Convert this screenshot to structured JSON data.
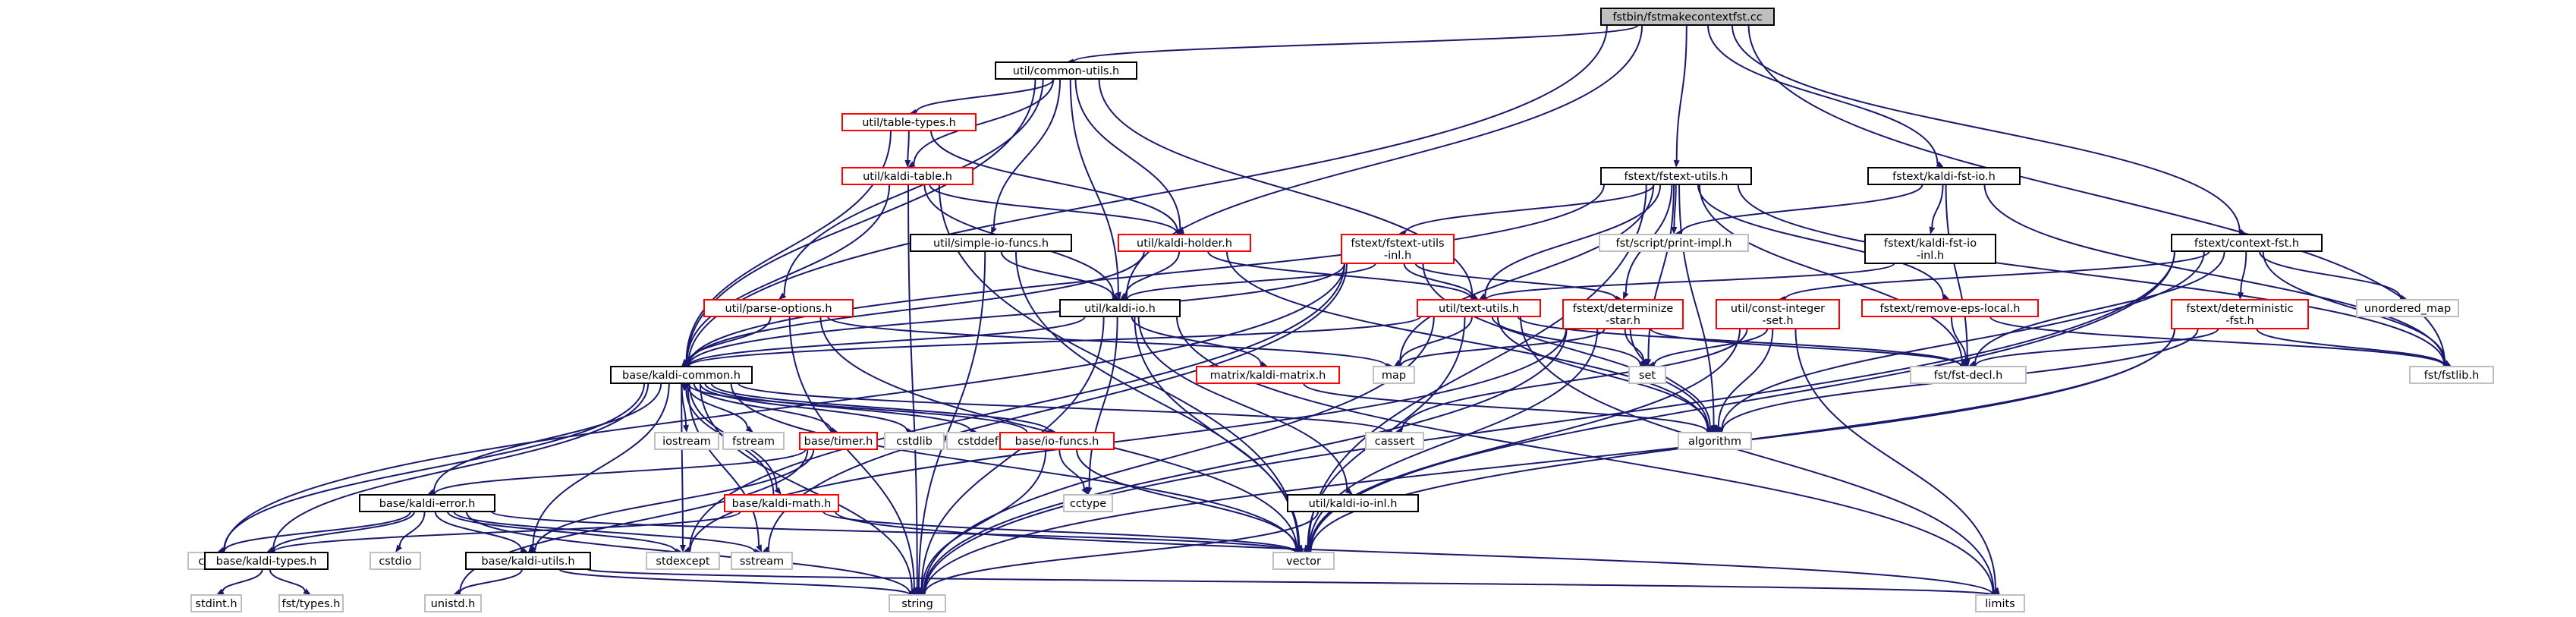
{
  "colors": {
    "edge": "#191970",
    "root_fill": "#bfbfbf",
    "file_border": "#000000",
    "incomplete_border": "#ff0000",
    "external_border": "#bfbfbf",
    "node_fill": "#ffffff"
  },
  "nodes": [
    {
      "id": "n0",
      "label": "fstbin/fstmakecontextfst.cc",
      "kind": "root"
    },
    {
      "id": "n1",
      "label": "util/common-utils.h",
      "kind": "file"
    },
    {
      "id": "n2",
      "label": "util/table-types.h",
      "kind": "incomplete"
    },
    {
      "id": "n3",
      "label": "util/kaldi-table.h",
      "kind": "incomplete"
    },
    {
      "id": "n4",
      "label": "util/simple-io-funcs.h",
      "kind": "file"
    },
    {
      "id": "n5",
      "label": "util/kaldi-holder.h",
      "kind": "incomplete"
    },
    {
      "id": "n6",
      "label": "util/parse-options.h",
      "kind": "incomplete"
    },
    {
      "id": "n7",
      "label": "util/kaldi-io.h",
      "kind": "file"
    },
    {
      "id": "n8",
      "label": "fstext/fstext-utils.h",
      "kind": "file"
    },
    {
      "id": "n9",
      "label": "fstext/fstext-utils\n-inl.h",
      "kind": "incomplete"
    },
    {
      "id": "n10",
      "label": "fst/script/print-impl.h",
      "kind": "external"
    },
    {
      "id": "n11",
      "label": "fstext/kaldi-fst-io.h",
      "kind": "file"
    },
    {
      "id": "n12",
      "label": "fstext/kaldi-fst-io\n-inl.h",
      "kind": "file"
    },
    {
      "id": "n13",
      "label": "fstext/context-fst.h",
      "kind": "file"
    },
    {
      "id": "n14",
      "label": "util/text-utils.h",
      "kind": "incomplete"
    },
    {
      "id": "n15",
      "label": "fstext/determinize\n-star.h",
      "kind": "incomplete"
    },
    {
      "id": "n16",
      "label": "util/const-integer\n-set.h",
      "kind": "incomplete"
    },
    {
      "id": "n17",
      "label": "fstext/remove-eps-local.h",
      "kind": "incomplete"
    },
    {
      "id": "n18",
      "label": "fstext/deterministic\n-fst.h",
      "kind": "incomplete"
    },
    {
      "id": "n19",
      "label": "unordered_map",
      "kind": "external"
    },
    {
      "id": "n20",
      "label": "matrix/kaldi-matrix.h",
      "kind": "incomplete"
    },
    {
      "id": "n21",
      "label": "map",
      "kind": "external"
    },
    {
      "id": "n22",
      "label": "set",
      "kind": "external"
    },
    {
      "id": "n23",
      "label": "fst/fst-decl.h",
      "kind": "external"
    },
    {
      "id": "n24",
      "label": "fst/fstlib.h",
      "kind": "external"
    },
    {
      "id": "n25",
      "label": "base/kaldi-common.h",
      "kind": "file"
    },
    {
      "id": "n26",
      "label": "cassert",
      "kind": "external"
    },
    {
      "id": "n27",
      "label": "algorithm",
      "kind": "external"
    },
    {
      "id": "n28",
      "label": "iostream",
      "kind": "external"
    },
    {
      "id": "n29",
      "label": "fstream",
      "kind": "external"
    },
    {
      "id": "n30",
      "label": "base/timer.h",
      "kind": "incomplete"
    },
    {
      "id": "n31",
      "label": "cstdlib",
      "kind": "external"
    },
    {
      "id": "n32",
      "label": "cstddef",
      "kind": "external"
    },
    {
      "id": "n33",
      "label": "base/io-funcs.h",
      "kind": "incomplete"
    },
    {
      "id": "n34",
      "label": "cctype",
      "kind": "external"
    },
    {
      "id": "n35",
      "label": "base/kaldi-math.h",
      "kind": "incomplete"
    },
    {
      "id": "n36",
      "label": "util/kaldi-io-inl.h",
      "kind": "file"
    },
    {
      "id": "n37",
      "label": "base/kaldi-error.h",
      "kind": "file"
    },
    {
      "id": "n38",
      "label": "cstring",
      "kind": "external"
    },
    {
      "id": "n39",
      "label": "cstdio",
      "kind": "external"
    },
    {
      "id": "n40",
      "label": "base/kaldi-types.h",
      "kind": "file"
    },
    {
      "id": "n41",
      "label": "base/kaldi-utils.h",
      "kind": "file"
    },
    {
      "id": "n42",
      "label": "stdexcept",
      "kind": "external"
    },
    {
      "id": "n43",
      "label": "sstream",
      "kind": "external"
    },
    {
      "id": "n44",
      "label": "vector",
      "kind": "external"
    },
    {
      "id": "n45",
      "label": "stdint.h",
      "kind": "external"
    },
    {
      "id": "n46",
      "label": "fst/types.h",
      "kind": "external"
    },
    {
      "id": "n47",
      "label": "unistd.h",
      "kind": "external"
    },
    {
      "id": "n48",
      "label": "string",
      "kind": "external"
    },
    {
      "id": "n49",
      "label": "limits",
      "kind": "external"
    }
  ],
  "edges": [
    [
      "n0",
      "n1"
    ],
    [
      "n0",
      "n8"
    ],
    [
      "n0",
      "n11"
    ],
    [
      "n0",
      "n13"
    ],
    [
      "n0",
      "n24"
    ],
    [
      "n0",
      "n7"
    ],
    [
      "n0",
      "n25"
    ],
    [
      "n1",
      "n2"
    ],
    [
      "n1",
      "n3"
    ],
    [
      "n1",
      "n4"
    ],
    [
      "n1",
      "n5"
    ],
    [
      "n1",
      "n6"
    ],
    [
      "n1",
      "n7"
    ],
    [
      "n1",
      "n14"
    ],
    [
      "n1",
      "n25"
    ],
    [
      "n2",
      "n3"
    ],
    [
      "n2",
      "n5"
    ],
    [
      "n2",
      "n25"
    ],
    [
      "n3",
      "n5"
    ],
    [
      "n3",
      "n7"
    ],
    [
      "n3",
      "n25"
    ],
    [
      "n3",
      "n44"
    ],
    [
      "n3",
      "n48"
    ],
    [
      "n4",
      "n7"
    ],
    [
      "n4",
      "n44"
    ],
    [
      "n4",
      "n48"
    ],
    [
      "n5",
      "n7"
    ],
    [
      "n5",
      "n14"
    ],
    [
      "n5",
      "n27"
    ],
    [
      "n5",
      "n25"
    ],
    [
      "n6",
      "n25"
    ],
    [
      "n6",
      "n21"
    ],
    [
      "n6",
      "n44"
    ],
    [
      "n6",
      "n48"
    ],
    [
      "n7",
      "n25"
    ],
    [
      "n7",
      "n20"
    ],
    [
      "n7",
      "n36"
    ],
    [
      "n7",
      "n34"
    ],
    [
      "n7",
      "n44"
    ],
    [
      "n7",
      "n48"
    ],
    [
      "n7",
      "n49"
    ],
    [
      "n8",
      "n9"
    ],
    [
      "n8",
      "n10"
    ],
    [
      "n8",
      "n14"
    ],
    [
      "n8",
      "n15"
    ],
    [
      "n8",
      "n17"
    ],
    [
      "n8",
      "n21"
    ],
    [
      "n8",
      "n22"
    ],
    [
      "n8",
      "n23"
    ],
    [
      "n8",
      "n24"
    ],
    [
      "n8",
      "n25"
    ],
    [
      "n8",
      "n27"
    ],
    [
      "n8",
      "n44"
    ],
    [
      "n9",
      "n7"
    ],
    [
      "n9",
      "n14"
    ],
    [
      "n9",
      "n15"
    ],
    [
      "n9",
      "n25"
    ],
    [
      "n9",
      "n38"
    ],
    [
      "n9",
      "n42"
    ],
    [
      "n9",
      "n43"
    ],
    [
      "n9",
      "n27"
    ],
    [
      "n11",
      "n10"
    ],
    [
      "n11",
      "n12"
    ],
    [
      "n11",
      "n23"
    ],
    [
      "n11",
      "n24"
    ],
    [
      "n12",
      "n14"
    ],
    [
      "n13",
      "n16"
    ],
    [
      "n13",
      "n18"
    ],
    [
      "n13",
      "n19"
    ],
    [
      "n13",
      "n23"
    ],
    [
      "n13",
      "n24"
    ],
    [
      "n13",
      "n27"
    ],
    [
      "n13",
      "n44"
    ],
    [
      "n13",
      "n48"
    ],
    [
      "n14",
      "n21"
    ],
    [
      "n14",
      "n22"
    ],
    [
      "n14",
      "n25"
    ],
    [
      "n14",
      "n27"
    ],
    [
      "n14",
      "n44"
    ],
    [
      "n14",
      "n48"
    ],
    [
      "n14",
      "n49"
    ],
    [
      "n14",
      "n23"
    ],
    [
      "n15",
      "n21"
    ],
    [
      "n15",
      "n22"
    ],
    [
      "n15",
      "n27"
    ],
    [
      "n15",
      "n44"
    ],
    [
      "n15",
      "n48"
    ],
    [
      "n15",
      "n23"
    ],
    [
      "n15",
      "n42"
    ],
    [
      "n16",
      "n22"
    ],
    [
      "n16",
      "n26"
    ],
    [
      "n16",
      "n27"
    ],
    [
      "n16",
      "n44"
    ],
    [
      "n16",
      "n49"
    ],
    [
      "n17",
      "n23"
    ],
    [
      "n17",
      "n24"
    ],
    [
      "n18",
      "n23"
    ],
    [
      "n18",
      "n24"
    ],
    [
      "n18",
      "n27"
    ],
    [
      "n18",
      "n44"
    ],
    [
      "n18",
      "n48"
    ],
    [
      "n20",
      "n27"
    ],
    [
      "n25",
      "n26"
    ],
    [
      "n25",
      "n28"
    ],
    [
      "n25",
      "n29"
    ],
    [
      "n25",
      "n30"
    ],
    [
      "n25",
      "n31"
    ],
    [
      "n25",
      "n32"
    ],
    [
      "n25",
      "n33"
    ],
    [
      "n25",
      "n35"
    ],
    [
      "n25",
      "n37"
    ],
    [
      "n25",
      "n38"
    ],
    [
      "n25",
      "n40"
    ],
    [
      "n25",
      "n41"
    ],
    [
      "n25",
      "n42"
    ],
    [
      "n25",
      "n43"
    ],
    [
      "n25",
      "n44"
    ],
    [
      "n25",
      "n48"
    ],
    [
      "n30",
      "n37"
    ],
    [
      "n30",
      "n41"
    ],
    [
      "n30",
      "n47"
    ],
    [
      "n33",
      "n34"
    ],
    [
      "n33",
      "n25"
    ],
    [
      "n33",
      "n44"
    ],
    [
      "n33",
      "n48"
    ],
    [
      "n35",
      "n25"
    ],
    [
      "n35",
      "n40"
    ],
    [
      "n35",
      "n44"
    ],
    [
      "n35",
      "n49"
    ],
    [
      "n36",
      "n48"
    ],
    [
      "n37",
      "n38"
    ],
    [
      "n37",
      "n39"
    ],
    [
      "n37",
      "n40"
    ],
    [
      "n37",
      "n41"
    ],
    [
      "n37",
      "n42"
    ],
    [
      "n37",
      "n43"
    ],
    [
      "n37",
      "n44"
    ],
    [
      "n37",
      "n48"
    ],
    [
      "n40",
      "n45"
    ],
    [
      "n40",
      "n46"
    ],
    [
      "n41",
      "n47"
    ],
    [
      "n41",
      "n48"
    ],
    [
      "n41",
      "n49"
    ]
  ]
}
